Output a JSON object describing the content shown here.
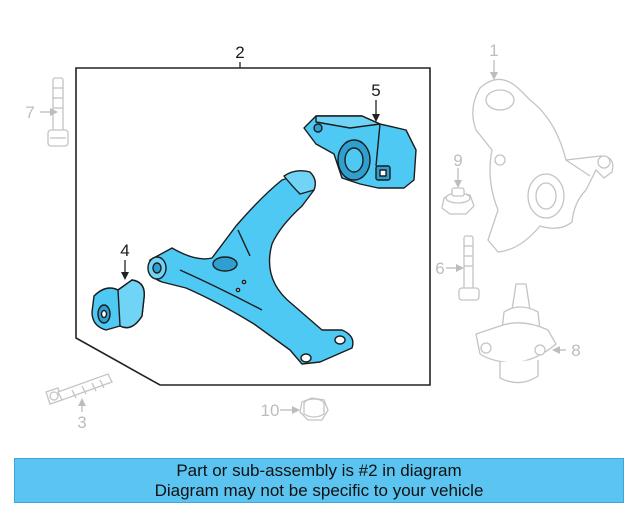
{
  "callouts": {
    "c1": "1",
    "c2": "2",
    "c3": "3",
    "c4": "4",
    "c5": "5",
    "c6": "6",
    "c7": "7",
    "c8": "8",
    "c9": "9",
    "c10": "10"
  },
  "highlight_color": "#5bc4f1",
  "part_fill_color": "#4ec9f3",
  "banner": {
    "line1": "Part or sub-assembly is #2 in diagram",
    "line2": "Diagram may not be specific to your vehicle"
  }
}
